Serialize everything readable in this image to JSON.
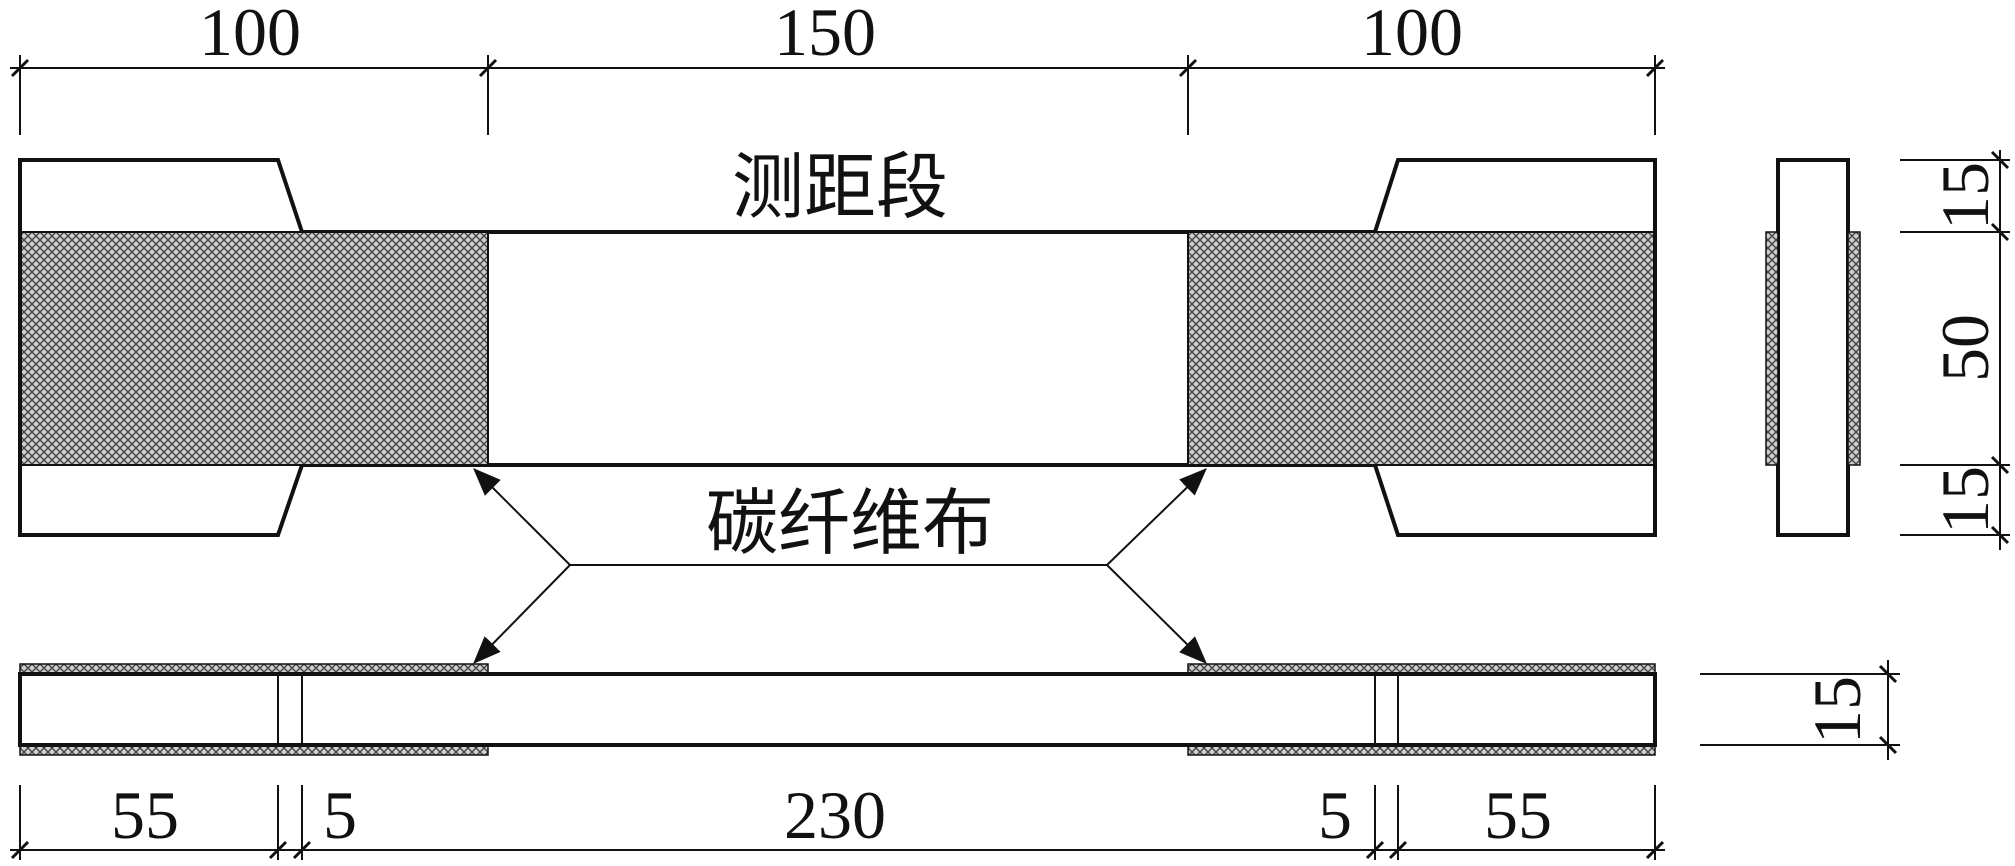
{
  "labels": {
    "gauge_section": "测距段",
    "carbon_fiber_cloth": "碳纤维布"
  },
  "dimensions": {
    "top": [
      "100",
      "150",
      "100"
    ],
    "bottom": [
      "55",
      "5",
      "230",
      "5",
      "55"
    ],
    "side": [
      "15",
      "50",
      "15"
    ],
    "thickness": "15"
  },
  "colors": {
    "line": "#111111",
    "background": "#ffffff",
    "hatch": "#555555"
  }
}
